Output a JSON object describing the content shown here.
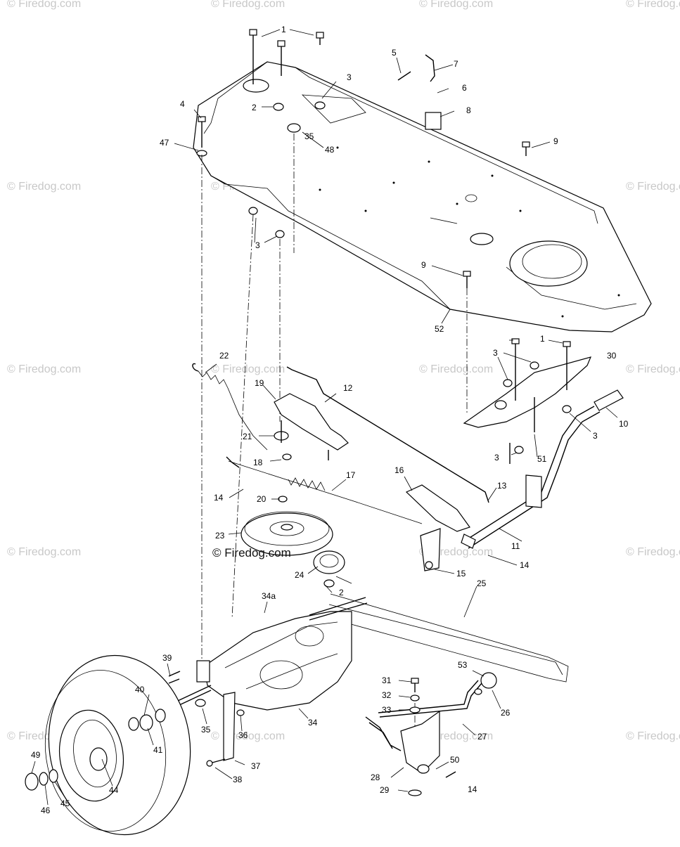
{
  "watermark": {
    "text": "© Firedog.com",
    "center_text": "© Firedog.com"
  },
  "callouts": {
    "c1a": "1",
    "c1b": "1",
    "c2a": "2",
    "c2b": "2",
    "c3a": "3",
    "c3b": "3",
    "c3c": "3",
    "c3d": "3",
    "c3e": "3",
    "c4": "4",
    "c5": "5",
    "c6": "6",
    "c7": "7",
    "c8": "8",
    "c9a": "9",
    "c9b": "9",
    "c10": "10",
    "c11": "11",
    "c12": "12",
    "c13": "13",
    "c14a": "14",
    "c14b": "14",
    "c14c": "14",
    "c15": "15",
    "c16": "16",
    "c17": "17",
    "c18": "18",
    "c19": "19",
    "c20": "20",
    "c21": "21",
    "c22": "22",
    "c23": "23",
    "c24": "24",
    "c25": "25",
    "c26": "26",
    "c27": "27",
    "c28": "28",
    "c29": "29",
    "c30": "30",
    "c31": "31",
    "c32": "32",
    "c33": "33",
    "c34": "34",
    "c34a": "34a",
    "c35a": "35",
    "c35b": "35",
    "c36": "36",
    "c37": "37",
    "c38": "38",
    "c39": "39",
    "c40": "40",
    "c41": "41",
    "c44": "44",
    "c45": "45",
    "c46": "46",
    "c47": "47",
    "c48": "48",
    "c49": "49",
    "c50": "50",
    "c51": "51",
    "c52": "52",
    "c53": "53"
  }
}
